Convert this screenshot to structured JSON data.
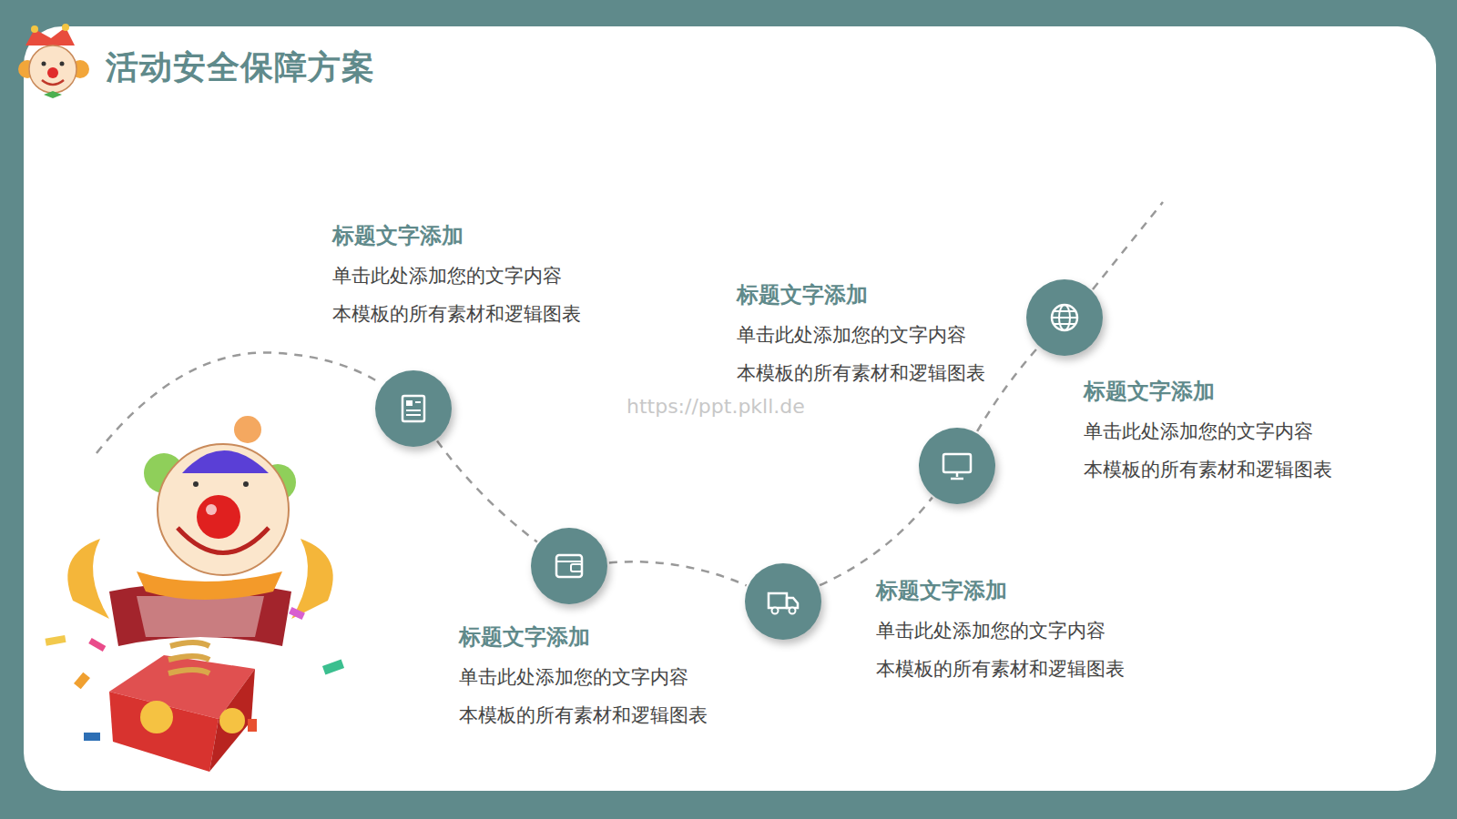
{
  "diagram": {
    "title": "活动安全保障方案",
    "nodes": [
      {
        "text": [
          "标题文字添加",
          "单击此处添加您的文字内容 本模板的所有素材和逻辑图表"
        ]
      },
      {
        "text": [
          "标题文字添加",
          "单击此处添加您的文字内容 本模板的所有素材和逻辑图表"
        ]
      },
      {
        "text": [
          "标题文字添加",
          "单击此处添加您的文字内容 本模板的所有素材和逻辑图表"
        ]
      },
      {
        "text": [
          "标题文字添加",
          "单击此处添加您的文字内容 本模板的所有素材和逻辑图表"
        ]
      },
      {
        "text": [
          "标题文字添加",
          "单击此处添加您的文字内容 本模板的所有素材和逻辑图表"
        ]
      }
    ],
    "edges": [
      {
        "from": 0,
        "to": 1,
        "arrow": "none"
      },
      {
        "from": 1,
        "to": 2,
        "arrow": "none"
      },
      {
        "from": 2,
        "to": 3,
        "arrow": "none"
      },
      {
        "from": 3,
        "to": 4,
        "arrow": "none"
      }
    ],
    "labels": [
      "https://ppt.pkll.de"
    ]
  }
}
